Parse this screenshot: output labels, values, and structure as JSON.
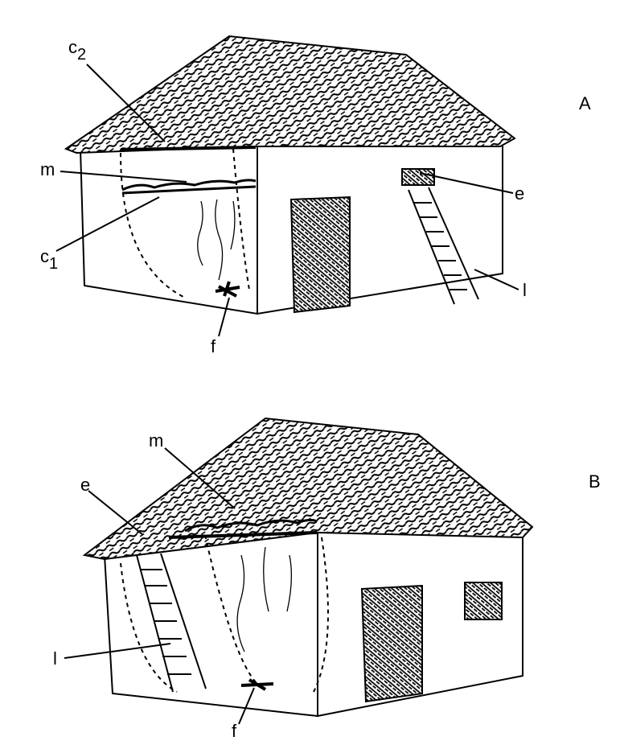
{
  "figure": {
    "panels": [
      {
        "id": "A",
        "label": "A",
        "callouts": {
          "c": "c",
          "c2_sub": "2",
          "m": "m",
          "c1_sub": "1",
          "e": "e",
          "l": "l",
          "f": "f"
        }
      },
      {
        "id": "B",
        "label": "B",
        "callouts": {
          "m": "m",
          "e": "e",
          "l": "l",
          "f": "f"
        }
      }
    ],
    "colors": {
      "ink": "#000000",
      "paper": "#ffffff"
    }
  }
}
